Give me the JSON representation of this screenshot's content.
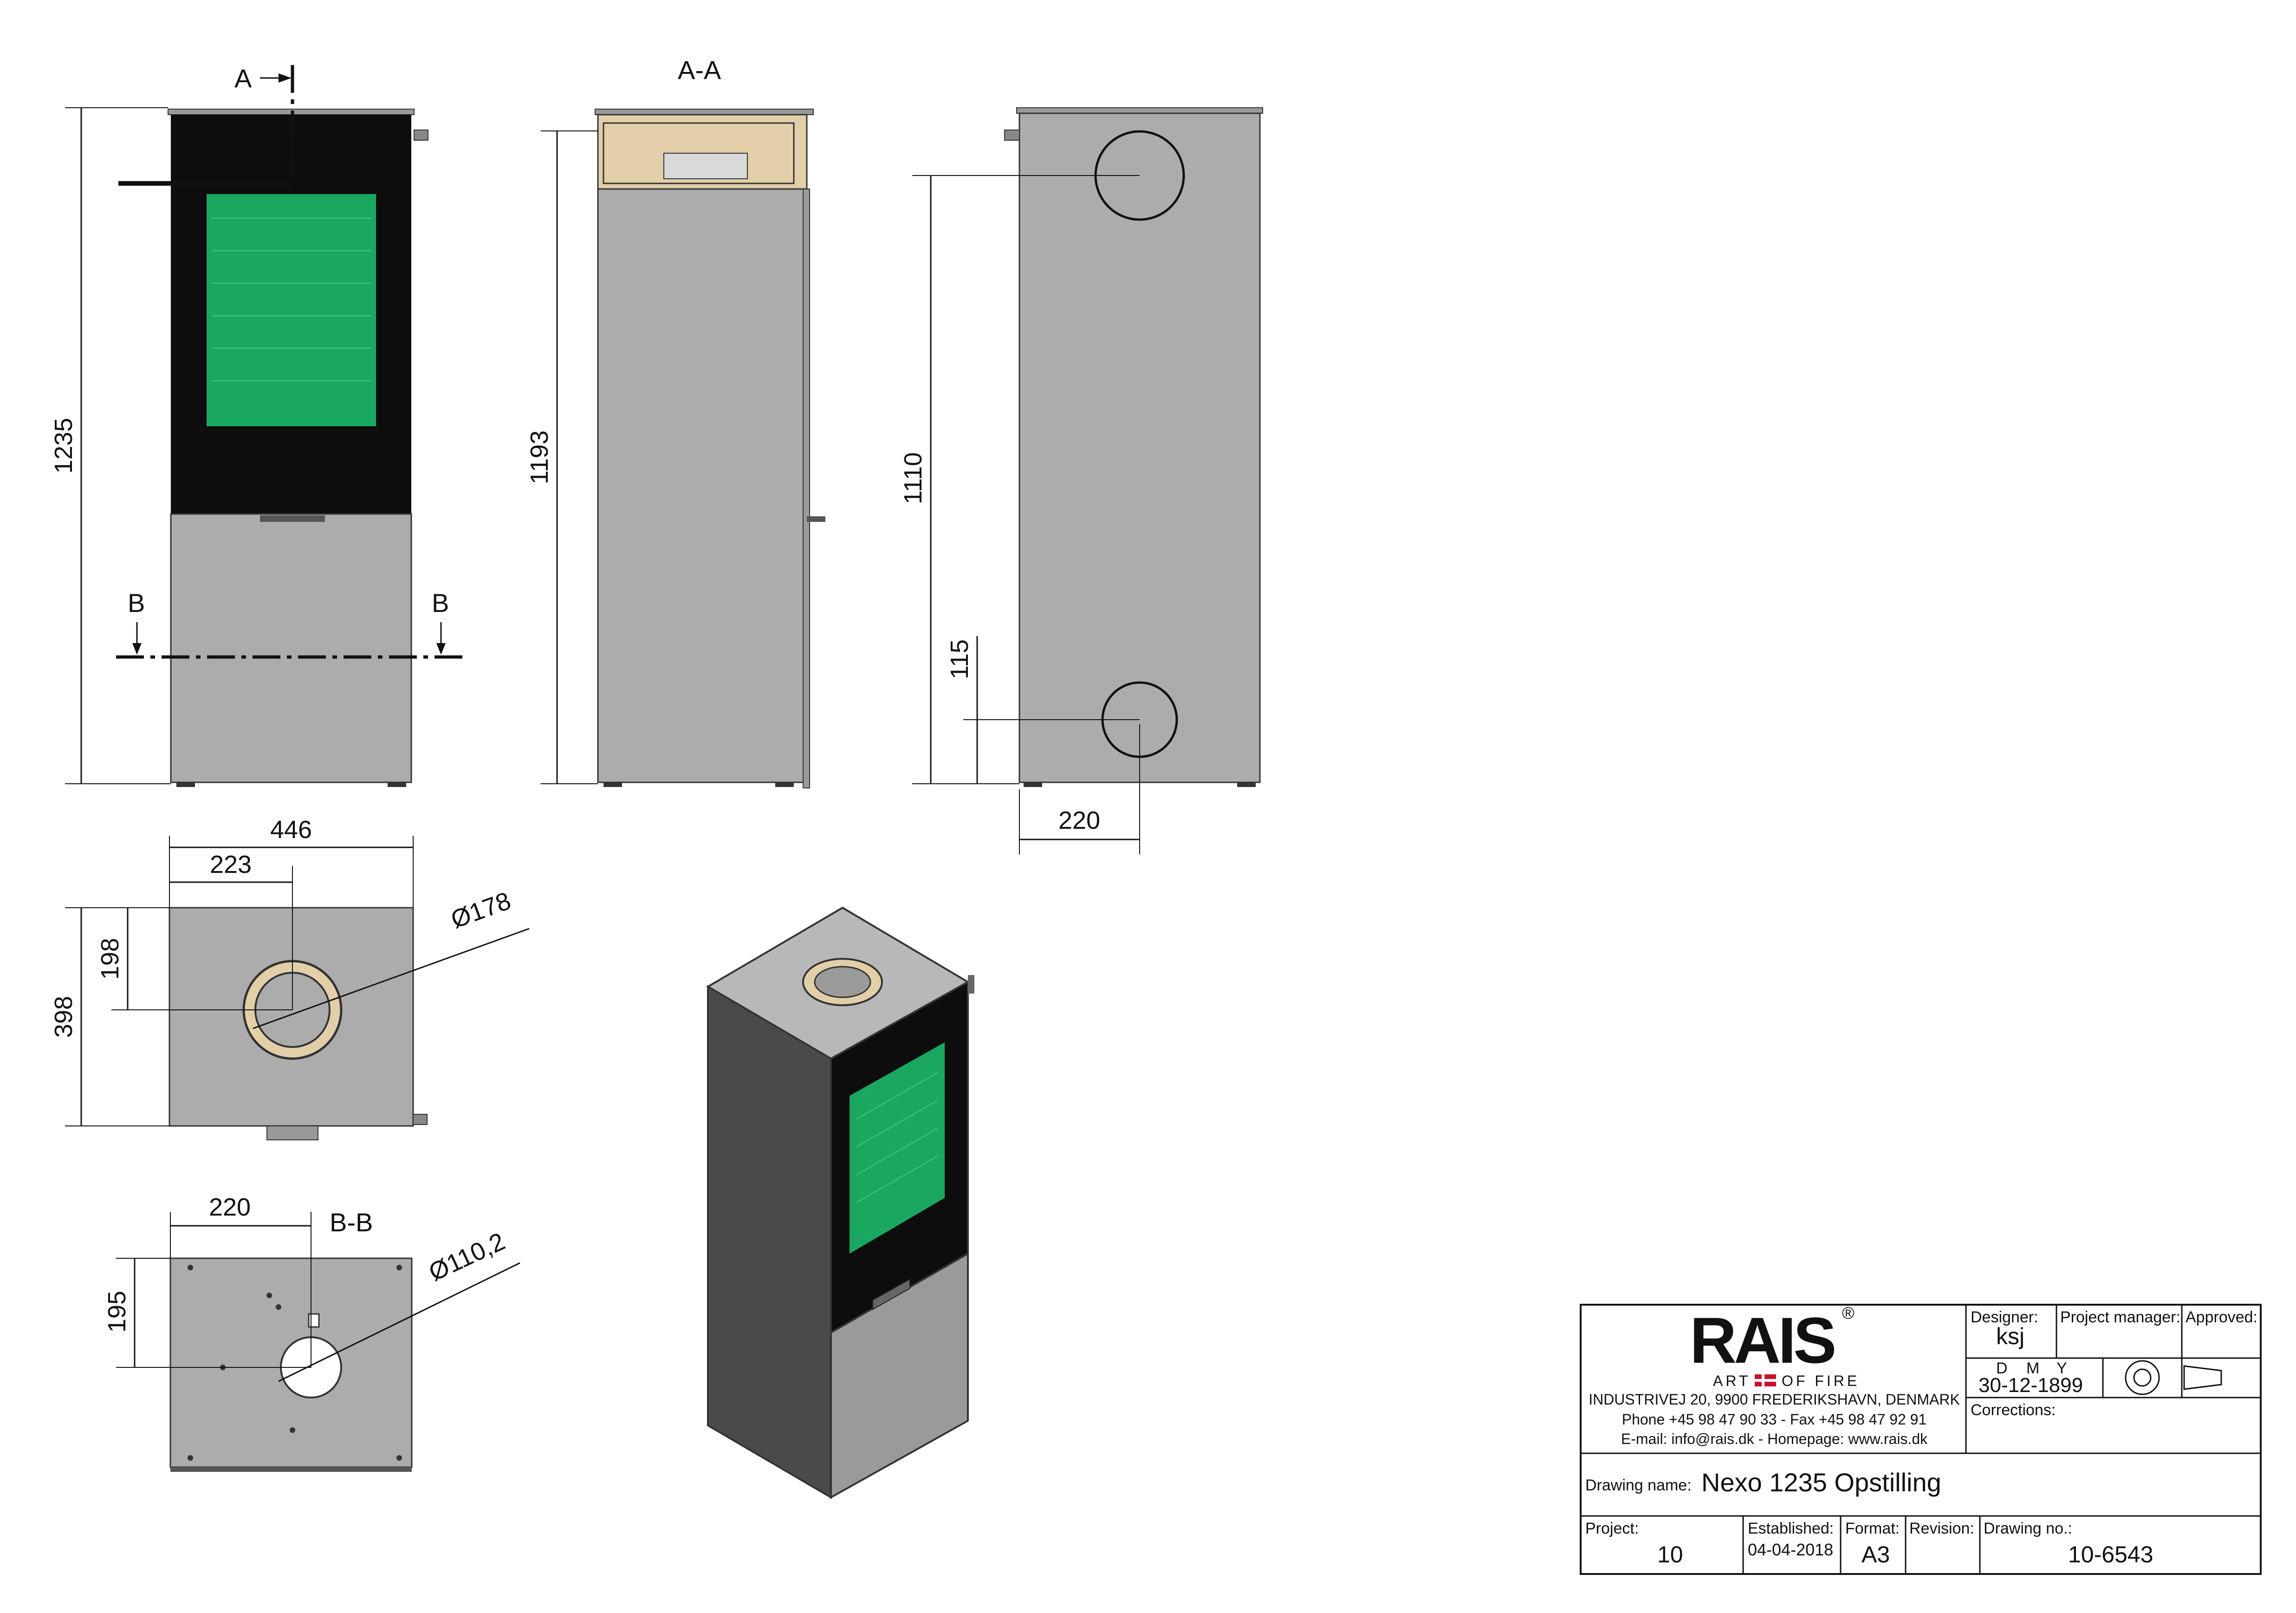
{
  "drawing": {
    "front_view": {
      "section_label_a": "A",
      "section_label_b_left": "B",
      "section_label_b_right": "B",
      "height_dim": "1235"
    },
    "section_aa": {
      "title": "A-A",
      "height_dim": "1193"
    },
    "rear_view": {
      "height_dim": "1110",
      "low_dim": "115",
      "horizontal_dim": "220"
    },
    "top_view": {
      "width_dim": "446",
      "half_width_dim": "223",
      "depth_dim": "398",
      "center_depth_dim": "198",
      "diameter_dim": "Ø178"
    },
    "section_bb": {
      "title": "B-B",
      "offset_dim": "220",
      "depth_dim": "195",
      "diameter_dim": "Ø110,2"
    }
  },
  "title_block": {
    "logo_text": "RAIS",
    "logo_reg": "®",
    "tagline_left": "ART",
    "tagline_right": "OF FIRE",
    "address": "INDUSTRIVEJ 20, 9900 FREDERIKSHAVN, DENMARK",
    "phone": "Phone +45 98 47 90 33 - Fax +45 98 47 92 91",
    "email": "E-mail: info@rais.dk - Homepage: www.rais.dk",
    "designer_label": "Designer:",
    "designer_value": "ksj",
    "project_manager_label": "Project manager:",
    "approved_label": "Approved:",
    "date_header_d": "D",
    "date_header_m": "M",
    "date_header_y": "Y",
    "date_value": "30-12-1899",
    "corrections_label": "Corrections:",
    "drawing_name_label": "Drawing name:",
    "drawing_name_value": "Nexo 1235 Opstilling",
    "project_label": "Project:",
    "project_value": "10",
    "established_label": "Established:",
    "established_value": "04-04-2018",
    "format_label": "Format:",
    "format_value": "A3",
    "revision_label": "Revision:",
    "drawing_no_label": "Drawing no.:",
    "drawing_no_value": "10-6543"
  },
  "colors": {
    "body_grey": "#acacac",
    "door_black": "#0d0d0d",
    "glass_green": "#1aa861",
    "insulation_beige": "#e2cfa8",
    "flag_red": "#c8102e"
  }
}
